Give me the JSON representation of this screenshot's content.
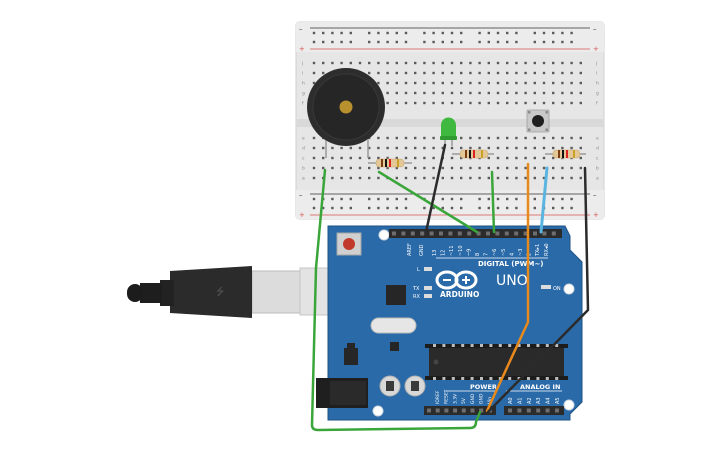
{
  "arduino": {
    "logo_text": "ARDUINO",
    "model": "UNO",
    "digital_header": "DIGITAL (PWM~)",
    "analog_header": "ANALOG IN",
    "power_header": "POWER",
    "led_l": "L",
    "led_tx": "TX",
    "led_rx": "RX",
    "led_on": "ON",
    "aref": "AREF",
    "gnd": "GND",
    "digital_pins": [
      "13",
      "12",
      "~11",
      "~10",
      "~9",
      "8",
      "7",
      "~6",
      "~5",
      "4",
      "~3",
      "2",
      "TX▸1",
      "RX◂0"
    ],
    "power_pins": [
      "IOREF",
      "RESET",
      "3.3V",
      "5V",
      "GND",
      "GND",
      "Vin"
    ],
    "analog_pins": [
      "A0",
      "A1",
      "A2",
      "A3",
      "A4",
      "A5"
    ]
  },
  "breadboard": {
    "row_letters_top": [
      "j",
      "i",
      "h",
      "g",
      "f"
    ],
    "row_letters_bottom": [
      "e",
      "d",
      "c",
      "b",
      "a"
    ],
    "rail_minus": "–",
    "rail_plus": "+"
  },
  "colors": {
    "board": "#2a6aa8",
    "board_edge": "#1f5286",
    "breadboard": "#e8e8e8",
    "wire_green": "#3aa63a",
    "wire_black": "#2b2b2b",
    "wire_orange": "#e8891c",
    "wire_blue": "#5ab4e0",
    "led_green": "#3fb83f",
    "rail_red": "#d9534f",
    "rail_dark": "#333333"
  }
}
